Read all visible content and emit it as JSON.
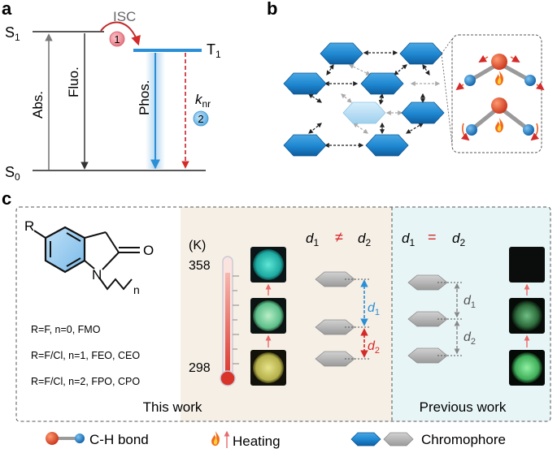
{
  "panels": {
    "a": "a",
    "b": "b",
    "c": "c"
  },
  "panel_a": {
    "s1": "S",
    "s1_sub": "1",
    "s0": "S",
    "s0_sub": "0",
    "t1": "T",
    "t1_sub": "1",
    "isc": "ISC",
    "step1": "1",
    "step2": "2",
    "abs": "Abs.",
    "fluo": "Fluo.",
    "phos": "Phos.",
    "knr": "k",
    "knr_sub": "nr"
  },
  "panel_c": {
    "r_group": "R",
    "oxygen": "O",
    "nitrogen": "N",
    "n_index": "n",
    "variant_1": "R=F, n=0, FMO",
    "variant_2": "R=F/Cl, n=1, FEO, CEO",
    "variant_3": "R=F/Cl, n=2, FPO, CPO",
    "temp_unit": "(K)",
    "temp_high": "358",
    "temp_low": "298",
    "d": "d",
    "sub1": "1",
    "sub2": "2",
    "neq": "≠",
    "eq": "=",
    "this_work": "This work",
    "previous_work": "Previous work"
  },
  "legend": {
    "ch_bond": "C-H bond",
    "heating": "Heating",
    "chromophore": "Chromophore"
  },
  "colors": {
    "blue": "#2a8fd6",
    "dark_blue": "#1f6fb0",
    "red": "#d42a2a",
    "pink": "#e8808a",
    "gray": "#a0a0a0",
    "beige": "#f6efe6",
    "mint": "#e8f5f6"
  }
}
